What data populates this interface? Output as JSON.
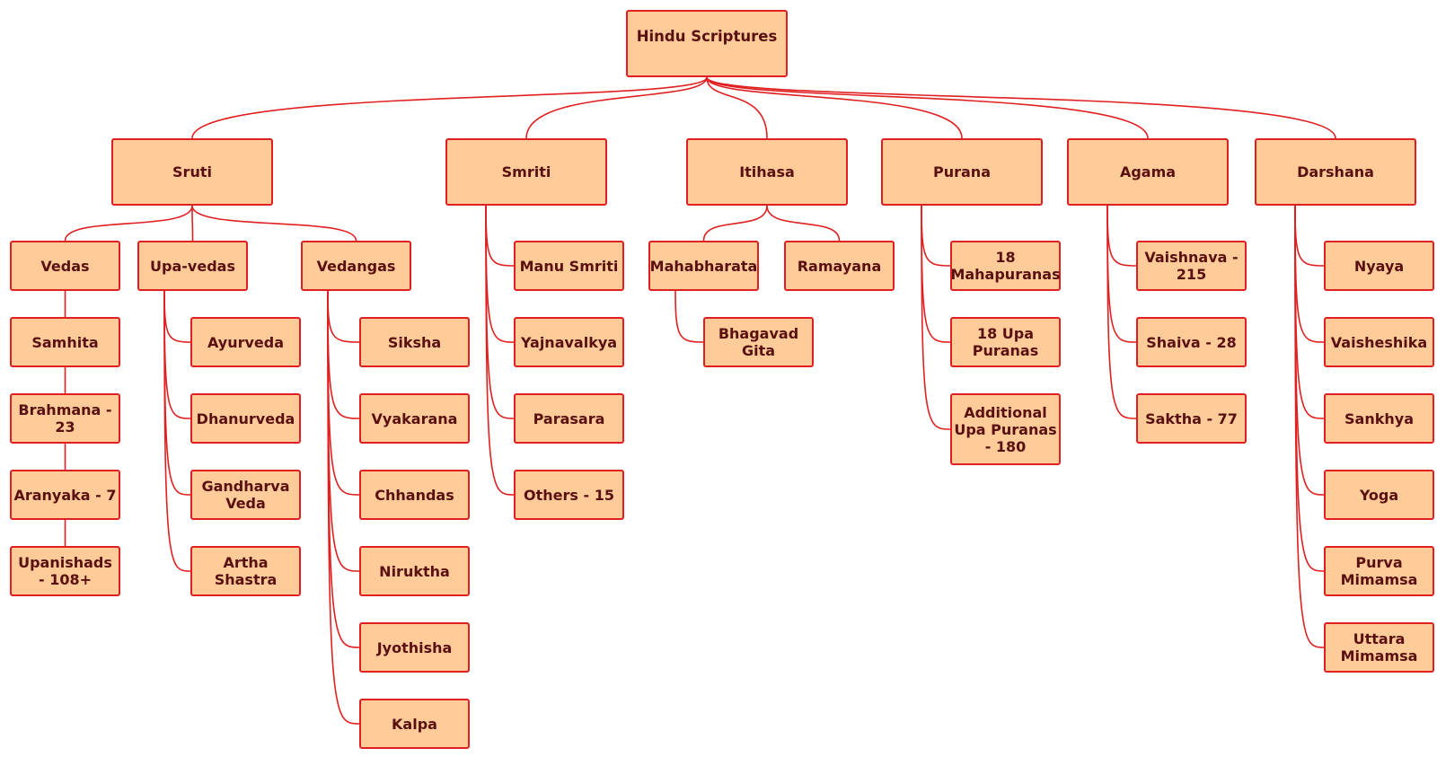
{
  "colors": {
    "node_fill": "#ffcc99",
    "node_border": "#e02020",
    "link": "#e02020",
    "text": "#5a1010"
  },
  "root": {
    "label": "Hindu Scriptures"
  },
  "categories": {
    "sruti": {
      "label": "Sruti",
      "groups": {
        "vedas": {
          "label": "Vedas",
          "items": [
            "Samhita",
            "Brahmana - 23",
            "Aranyaka - 7",
            "Upanishads - 108+"
          ]
        },
        "upavedas": {
          "label": "Upa-vedas",
          "items": [
            "Ayurveda",
            "Dhanurveda",
            "Gandharva Veda",
            "Artha Shastra"
          ]
        },
        "vedangas": {
          "label": "Vedangas",
          "items": [
            "Siksha",
            "Vyakarana",
            "Chhandas",
            "Niruktha",
            "Jyothisha",
            "Kalpa"
          ]
        }
      }
    },
    "smriti": {
      "label": "Smriti",
      "items": [
        "Manu Smriti",
        "Yajnavalkya",
        "Parasara",
        "Others - 15"
      ]
    },
    "itihasa": {
      "label": "Itihasa",
      "mahabharata": {
        "label": "Mahabharata",
        "items": [
          "Bhagavad Gita"
        ]
      },
      "ramayana": {
        "label": "Ramayana"
      }
    },
    "purana": {
      "label": "Purana",
      "items": [
        "18 Mahapuranas",
        "18 Upa Puranas",
        "Additional Upa Puranas - 180"
      ]
    },
    "agama": {
      "label": "Agama",
      "items": [
        "Vaishnava - 215",
        "Shaiva - 28",
        "Saktha - 77"
      ]
    },
    "darshana": {
      "label": "Darshana",
      "items": [
        "Nyaya",
        "Vaisheshika",
        "Sankhya",
        "Yoga",
        "Purva Mimamsa",
        "Uttara Mimamsa"
      ]
    }
  }
}
